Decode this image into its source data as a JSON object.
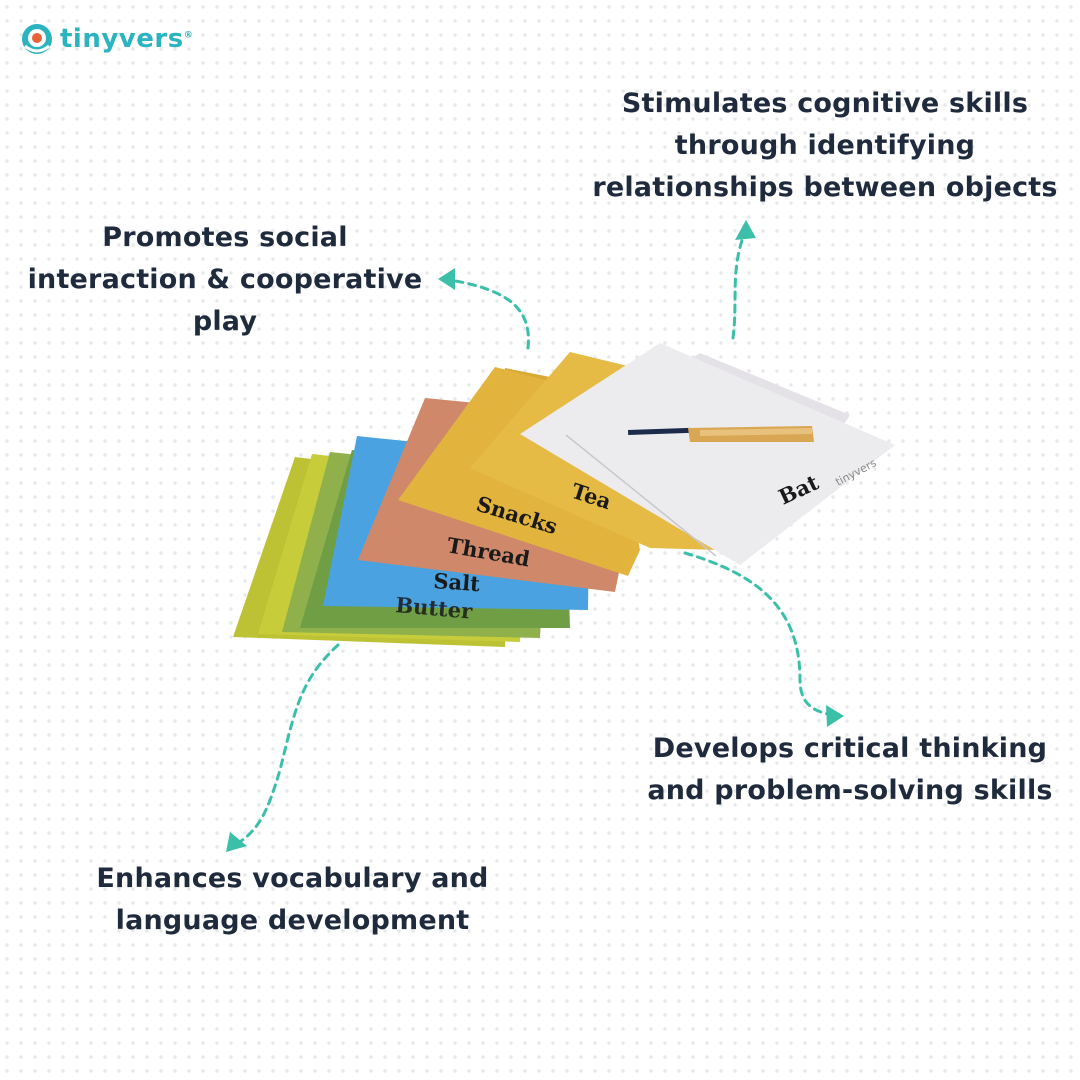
{
  "brand": {
    "name": "tinyvers",
    "mark": "®"
  },
  "captions": {
    "top_right": [
      "Stimulates cognitive skills",
      "through identifying",
      "relationships between objects"
    ],
    "top_left": [
      "Promotes social",
      "interaction & cooperative",
      "play"
    ],
    "bottom_right": [
      "Develops critical thinking",
      "and problem-solving skills"
    ],
    "bottom_left": [
      "Enhances vocabulary and",
      "language development"
    ]
  },
  "cards": {
    "words": [
      "Butter",
      "Salt",
      "Thread",
      "Snacks",
      "Tea",
      "Bat"
    ],
    "card_brand": "tinyvers",
    "colors": {
      "lime": "#c6cc3a",
      "green_light": "#8fb04a",
      "green": "#6f9e44",
      "blue": "#4aa3e0",
      "terracotta": "#cf8869",
      "mustard": "#e2b43d",
      "white": "#ecebee"
    }
  },
  "colors": {
    "arrow": "#3cbfa8",
    "text": "#1f2a3c",
    "brand": "#2bb3c0"
  }
}
